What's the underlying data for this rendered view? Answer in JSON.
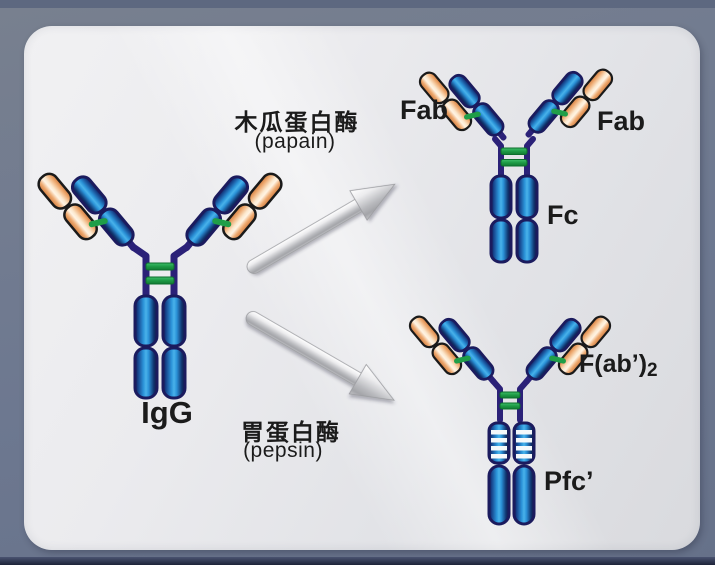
{
  "diagram": {
    "molecule": {
      "name": "IgG"
    },
    "enzyme_top": {
      "zh": "木瓜蛋白酶",
      "en": "(papain)"
    },
    "enzyme_bottom": {
      "zh": "胃蛋白酶",
      "en": "(pepsin)"
    },
    "products_papain": {
      "fab_left": "Fab",
      "fab_right": "Fab",
      "fc": "Fc"
    },
    "products_pepsin": {
      "fab2_main": "F(ab’)",
      "fab2_sub": "2",
      "pfc": "Pfc’"
    }
  },
  "colors": {
    "frame": "#6d7890",
    "panel": "#e9eaed",
    "heavy_chain_blue": "#2b93d8",
    "light_chain_tan": "#f3c394",
    "disulfide_green": "#1f9e48",
    "hinge_purple": "#2b2178",
    "arrow_silver": "#c9cacd",
    "label_text": "#1b1b1b"
  }
}
